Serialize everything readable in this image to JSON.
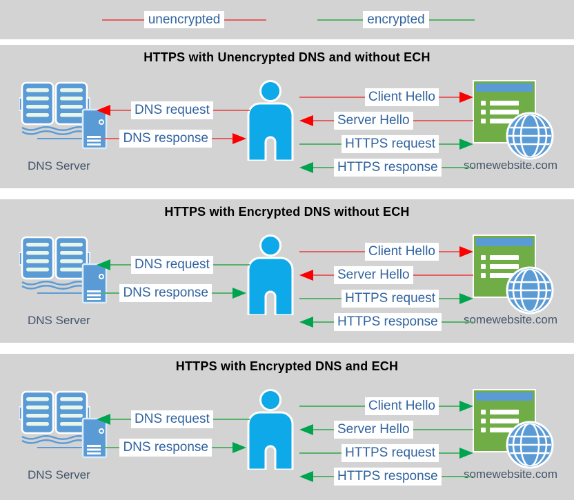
{
  "legend": {
    "items": [
      {
        "label": "unencrypted",
        "status": "unencrypted"
      },
      {
        "label": "encrypted",
        "status": "encrypted"
      }
    ]
  },
  "colors": {
    "panel_background": "#d3d3d3",
    "unencrypted_line": "#e46060",
    "unencrypted_arrowhead": "#fb0000",
    "encrypted_line": "#53b169",
    "encrypted_arrowhead": "#00a44f",
    "label_text": "#31639f",
    "caption_text": "#44546a",
    "person_blue": "#0da9e8",
    "device_blue": "#5b9bd5",
    "website_green": "#70ad47"
  },
  "icons": {
    "dns": "book-and-server-icon",
    "client": "person-icon",
    "website": "browser-window-and-globe-icon"
  },
  "panels": [
    {
      "title": "HTTPS with Unencrypted DNS and without ECH",
      "dns_server_label": "DNS Server",
      "website_label": "somewebsite.com",
      "arrows": {
        "dns_request": {
          "label": "DNS request",
          "status": "unencrypted",
          "direction": "left"
        },
        "dns_response": {
          "label": "DNS response",
          "status": "unencrypted",
          "direction": "right"
        },
        "client_hello": {
          "label": "Client Hello",
          "status": "unencrypted",
          "direction": "right"
        },
        "server_hello": {
          "label": "Server Hello",
          "status": "unencrypted",
          "direction": "left"
        },
        "https_request": {
          "label": "HTTPS request",
          "status": "encrypted",
          "direction": "right"
        },
        "https_response": {
          "label": "HTTPS response",
          "status": "encrypted",
          "direction": "left"
        }
      }
    },
    {
      "title": "HTTPS with Encrypted DNS without ECH",
      "dns_server_label": "DNS Server",
      "website_label": "somewebsite.com",
      "arrows": {
        "dns_request": {
          "label": "DNS request",
          "status": "encrypted",
          "direction": "left"
        },
        "dns_response": {
          "label": "DNS response",
          "status": "encrypted",
          "direction": "right"
        },
        "client_hello": {
          "label": "Client Hello",
          "status": "unencrypted",
          "direction": "right"
        },
        "server_hello": {
          "label": "Server Hello",
          "status": "unencrypted",
          "direction": "left"
        },
        "https_request": {
          "label": "HTTPS request",
          "status": "encrypted",
          "direction": "right"
        },
        "https_response": {
          "label": "HTTPS response",
          "status": "encrypted",
          "direction": "left"
        }
      }
    },
    {
      "title": "HTTPS with Encrypted DNS and ECH",
      "dns_server_label": "DNS Server",
      "website_label": "somewebsite.com",
      "arrows": {
        "dns_request": {
          "label": "DNS request",
          "status": "encrypted",
          "direction": "left"
        },
        "dns_response": {
          "label": "DNS response",
          "status": "encrypted",
          "direction": "right"
        },
        "client_hello": {
          "label": "Client Hello",
          "status": "encrypted",
          "direction": "right"
        },
        "server_hello": {
          "label": "Server Hello",
          "status": "encrypted",
          "direction": "left"
        },
        "https_request": {
          "label": "HTTPS request",
          "status": "encrypted",
          "direction": "right"
        },
        "https_response": {
          "label": "HTTPS response",
          "status": "encrypted",
          "direction": "left"
        }
      }
    }
  ]
}
